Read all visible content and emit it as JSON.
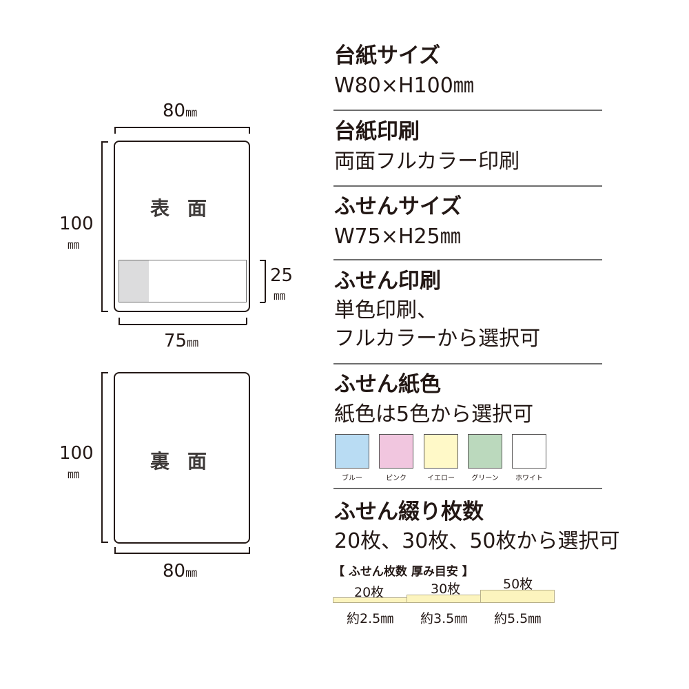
{
  "front": {
    "width_value": "80",
    "width_unit": "㎜",
    "height_value": "100",
    "height_unit": "㎜",
    "label": "表面",
    "sticky_width_value": "75",
    "sticky_width_unit": "㎜",
    "sticky_height_value": "25",
    "sticky_height_unit": "㎜"
  },
  "back": {
    "width_value": "80",
    "width_unit": "㎜",
    "height_value": "100",
    "height_unit": "㎜",
    "label": "裏面"
  },
  "specs": [
    {
      "title": "台紙サイズ",
      "lines": [
        "W80×H100㎜"
      ]
    },
    {
      "title": "台紙印刷",
      "lines": [
        "両面フルカラー印刷"
      ]
    },
    {
      "title": "ふせんサイズ",
      "lines": [
        "W75×H25㎜"
      ]
    },
    {
      "title": "ふせん印刷",
      "lines": [
        "単色印刷、",
        "フルカラーから選択可"
      ]
    },
    {
      "title": "ふせん紙色",
      "lines": [
        "紙色は5色から選択可"
      ]
    },
    {
      "title": "ふせん綴り枚数",
      "lines": [
        "20枚、30枚、50枚から選択可"
      ]
    }
  ],
  "colors": [
    {
      "name": "ブルー",
      "hex": "#b9dcf3"
    },
    {
      "name": "ピンク",
      "hex": "#f1c6df"
    },
    {
      "name": "イエロー",
      "hex": "#fff9c8"
    },
    {
      "name": "グリーン",
      "hex": "#bbd9bd"
    },
    {
      "name": "ホワイト",
      "hex": "#ffffff"
    }
  ],
  "thickness_guide": {
    "title": "【 ふせん枚数 厚み目安 】",
    "items": [
      {
        "count": "20枚",
        "thickness": "約2.5㎜"
      },
      {
        "count": "30枚",
        "thickness": "約3.5㎜"
      },
      {
        "count": "50枚",
        "thickness": "約5.5㎜"
      }
    ]
  },
  "style": {
    "text": "#231815",
    "separator": "#6d6d6d",
    "sticky_shade": "#dcdcdd",
    "pad": "#fcf4be"
  }
}
